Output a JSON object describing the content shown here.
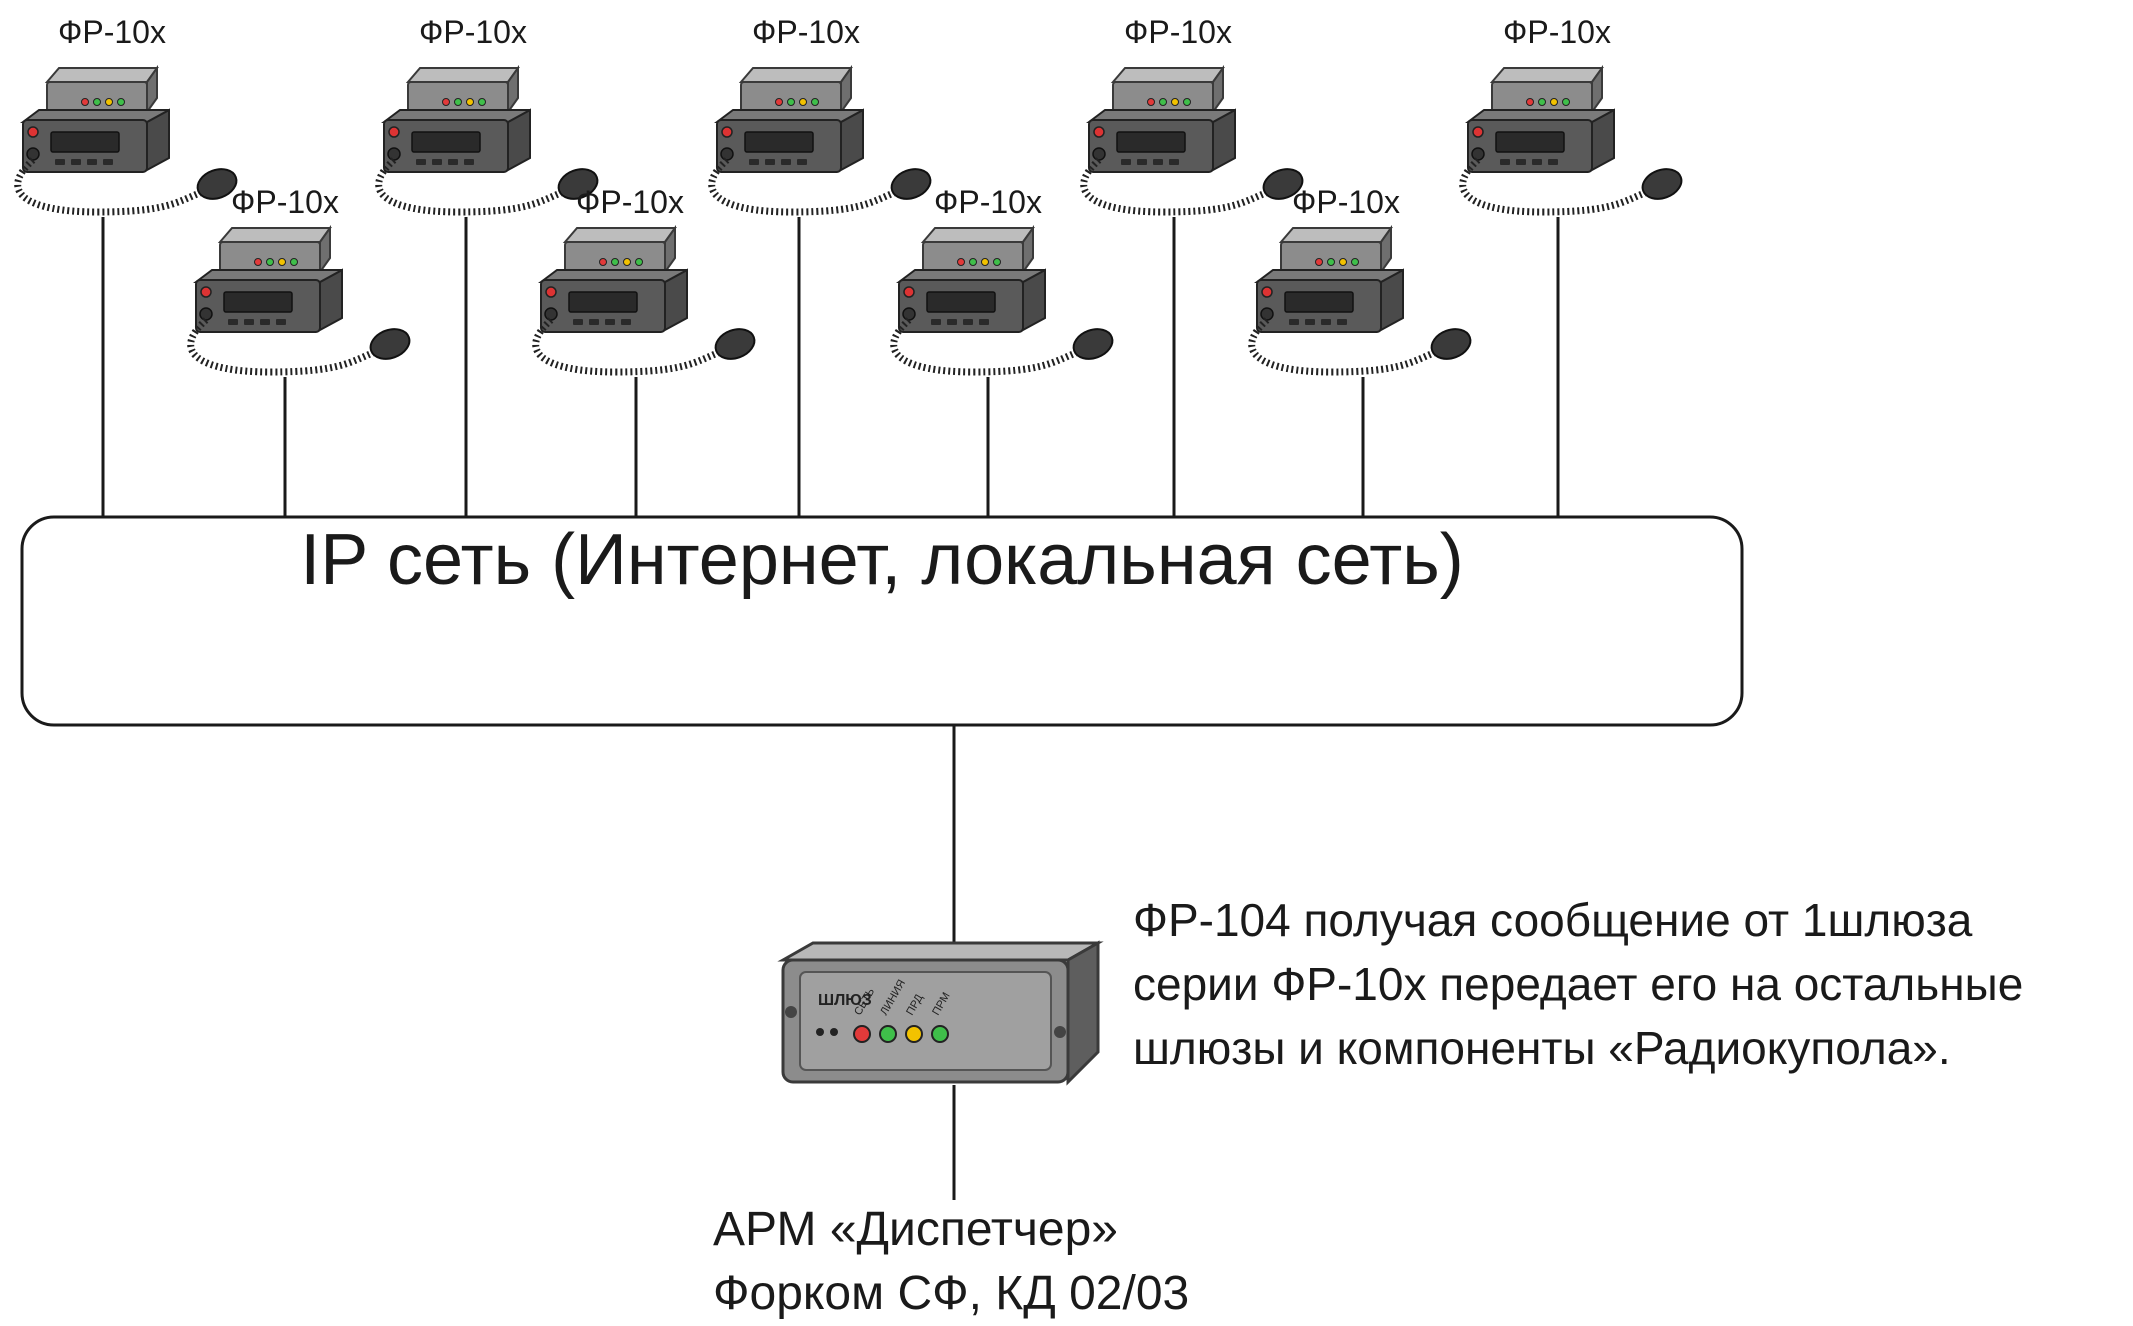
{
  "device_label": "ФР-10х",
  "network": {
    "title": "IP сеть (Интернет, локальная сеть)"
  },
  "description": {
    "lines": [
      "ФР-104 получая сообщение от 1шлюза",
      "серии ФР-10х передает его на остальные",
      "шлюзы и компоненты «Радиокупола»."
    ]
  },
  "gateway": {
    "panel_brand": "ШЛЮЗ",
    "indicators": [
      "СЕТЬ",
      "ЛИНИЯ",
      "ПРД",
      "ПРМ"
    ],
    "led_colors": [
      "#e23a3a",
      "#3fbf4a",
      "#f2c200",
      "#3fbf4a"
    ]
  },
  "workstation": {
    "line1": "АРМ «Диспетчер»",
    "line2": "Форком СФ, КД 02/03"
  },
  "colors": {
    "line": "#1a1a1a",
    "device_body": "#8c8c8c",
    "device_dark": "#3a3a3a"
  }
}
